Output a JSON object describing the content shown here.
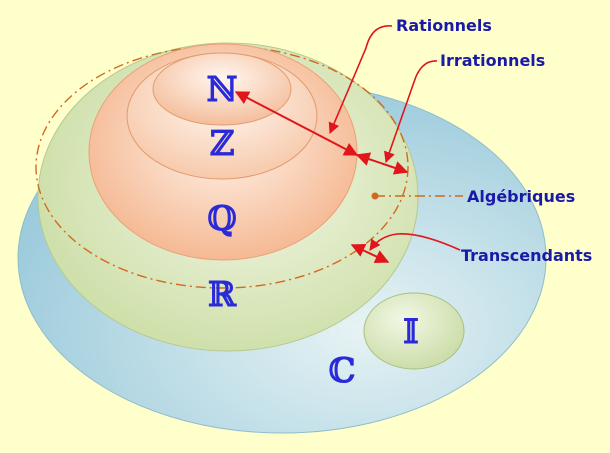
{
  "sets": {
    "naturals": "ℕ",
    "integers": "ℤ",
    "rationals": "ℚ",
    "reals": "ℝ",
    "imaginaries": "𝕀",
    "complex": "ℂ"
  },
  "labels": {
    "rationnels": "Rationnels",
    "irrationnels": "Irrationnels",
    "algebriques": "Algébriques",
    "transcendants": "Transcendants"
  },
  "colors": {
    "background": "#ffffcc",
    "complex_fill": "#a9d3e0",
    "real_fill": "#d9e6b6",
    "rational_fill": "#f5bf9d",
    "arrow": "#e0161c",
    "dashed_line": "#d2691e",
    "label_text": "#1a1aa8"
  }
}
